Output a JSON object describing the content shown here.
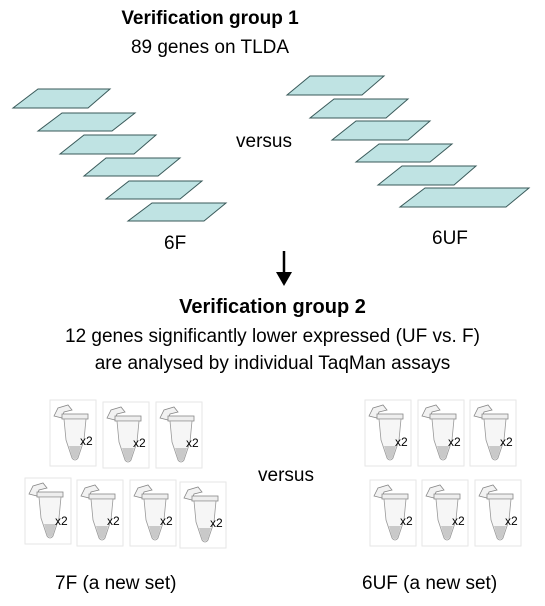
{
  "group1": {
    "title": "Verification group 1",
    "subtitle": "89 genes on TLDA",
    "versus": "versus",
    "left_label": "6F",
    "right_label": "6UF"
  },
  "arrow": "down-arrow-icon",
  "group2": {
    "title": "Verification group 2",
    "line1": "12 genes significantly lower expressed (UF vs. F)",
    "line2": "are analysed by individual TaqMan assays",
    "versus": "versus",
    "left_label": "7F (a new set)",
    "right_label": "6UF (a new set)",
    "replicate_label": "x2",
    "left_tube_count": 7,
    "right_tube_count": 6
  },
  "colors": {
    "card_fill": "#bfe3e3",
    "card_stroke": "#3a5a5a",
    "tube_stroke": "#999999"
  }
}
